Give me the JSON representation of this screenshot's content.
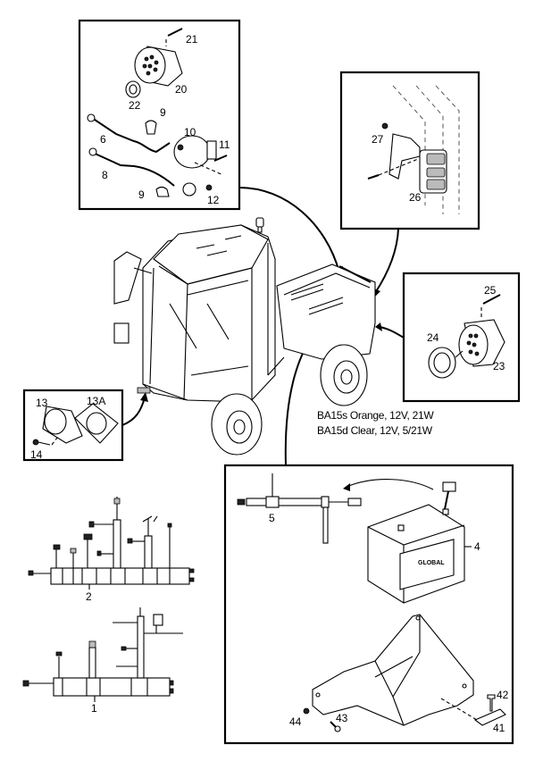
{
  "diagram": {
    "type": "exploded-parts-diagram",
    "subject": "Tractor cab electrical system: trailer sockets, beacon switch, rear lamp, wiring harnesses and battery",
    "callouts": {
      "box_top_left": [
        "21",
        "20",
        "22",
        "9",
        "6",
        "10",
        "11",
        "8",
        "9",
        "12"
      ],
      "box_top_right": [
        "27",
        "26"
      ],
      "box_right": [
        "25",
        "24",
        "23"
      ],
      "box_left": [
        "13",
        "13A",
        "14"
      ],
      "harness_upper": [
        "2"
      ],
      "harness_lower": [
        "1"
      ],
      "box_battery": [
        "5",
        "4",
        "44",
        "43",
        "42",
        "41"
      ]
    },
    "bulb_note": {
      "line1": "BA15s Orange, 12V, 21W",
      "line2": "BA15d Clear, 12V, 5/21W"
    },
    "battery_brand": "GLOBAL",
    "colors": {
      "line": "#000000",
      "background": "#ffffff"
    }
  }
}
